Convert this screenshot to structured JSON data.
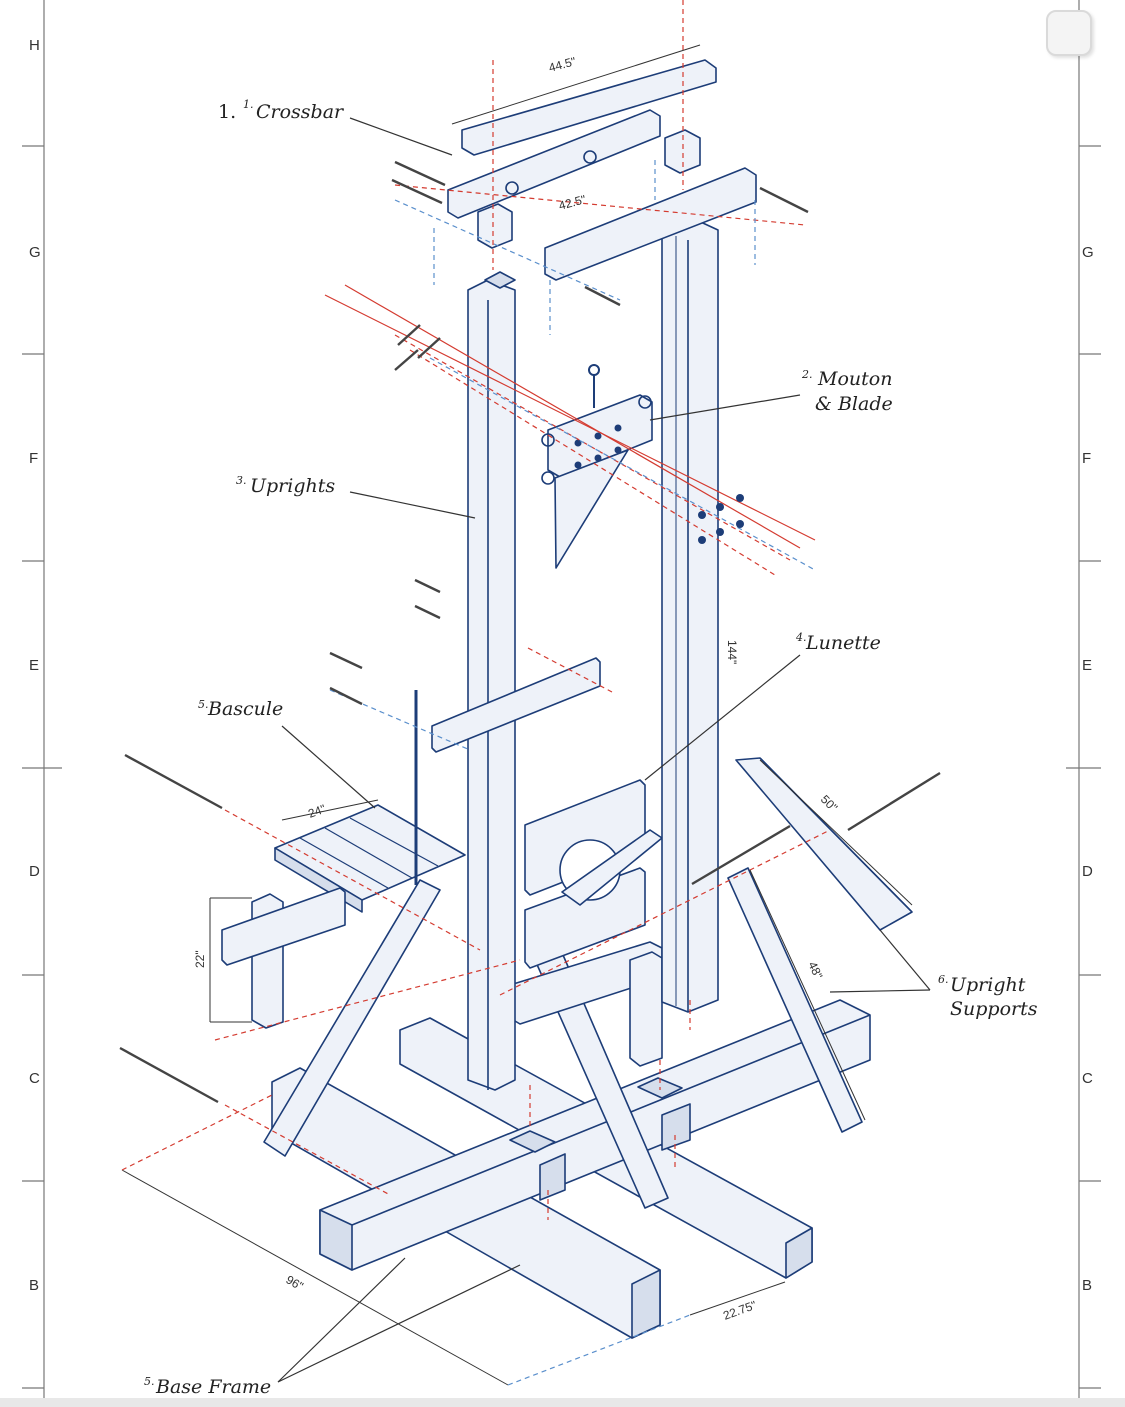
{
  "grid": {
    "rows": [
      "H",
      "G",
      "F",
      "E",
      "D",
      "C",
      "B"
    ]
  },
  "labels": {
    "crossbar": {
      "prefix": "1.",
      "number": "1.",
      "text": "Crossbar"
    },
    "mouton": {
      "number": "2.",
      "line1": "Mouton",
      "line2": "& Blade"
    },
    "uprights": {
      "number": "3.",
      "text": "Uprights"
    },
    "lunette": {
      "number": "4.",
      "text": "Lunette"
    },
    "bascule": {
      "number": "5.",
      "text": "Bascule"
    },
    "upright_supports": {
      "number": "6.",
      "line1": "Upright",
      "line2": "Supports"
    },
    "base_frame": {
      "number": "5.",
      "text": "Base Frame"
    }
  },
  "dimensions": {
    "crossbar_top": "44.5\"",
    "crossbar_lower": "42.5\"",
    "upright_height": "144\"",
    "bascule_width": "24\"",
    "bascule_height": "22\"",
    "support_long": "50\"",
    "support_short": "48\"",
    "base_length": "96\"",
    "base_width": "22.75\""
  },
  "colors": {
    "outline": "#1d3d78",
    "fill": "#eef2f9",
    "red_guide": "#d43b30",
    "blue_guide": "#5a8fcc"
  }
}
